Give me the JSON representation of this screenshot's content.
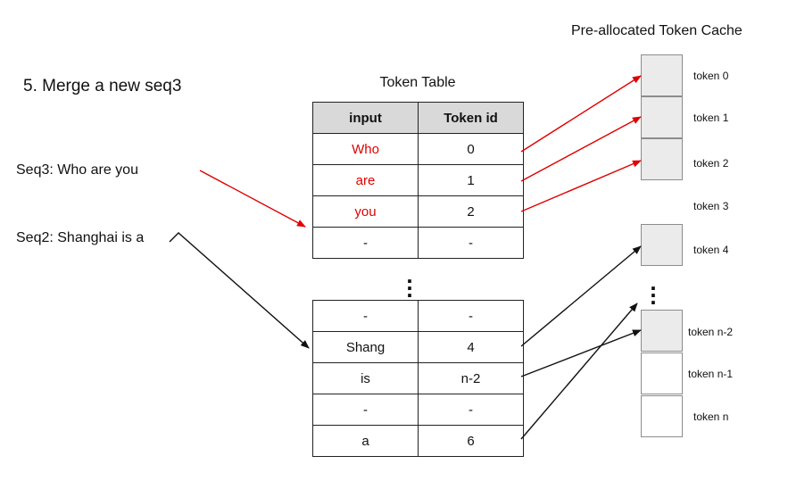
{
  "step_title": "5. Merge a new seq3",
  "sequences": {
    "seq3": "Seq3: Who are you",
    "seq2": "Seq2: Shanghai is a"
  },
  "token_table": {
    "title": "Token Table",
    "headers": {
      "input": "input",
      "token_id": "Token id"
    },
    "top_rows": [
      {
        "input": "Who",
        "token_id": "0",
        "highlight": true
      },
      {
        "input": "are",
        "token_id": "1",
        "highlight": true
      },
      {
        "input": "you",
        "token_id": "2",
        "highlight": true
      },
      {
        "input": "-",
        "token_id": "-",
        "highlight": false
      }
    ],
    "bottom_rows": [
      {
        "input": "-",
        "token_id": "-"
      },
      {
        "input": "Shang",
        "token_id": "4"
      },
      {
        "input": "is",
        "token_id": "n-2"
      },
      {
        "input": "-",
        "token_id": "-"
      },
      {
        "input": "a",
        "token_id": "6"
      }
    ]
  },
  "cache": {
    "title": "Pre-allocated Token Cache",
    "labels": {
      "t0": "token 0",
      "t1": "token 1",
      "t2": "token 2",
      "t3": "token 3",
      "t4": "token 4",
      "tn2": "token n-2",
      "tn1": "token n-1",
      "tn": "token n"
    }
  },
  "colors": {
    "highlight": "#e00000",
    "arrow_black": "#111111",
    "cache_filled": "#ebebeb",
    "header_fill": "#d9d9d9"
  }
}
